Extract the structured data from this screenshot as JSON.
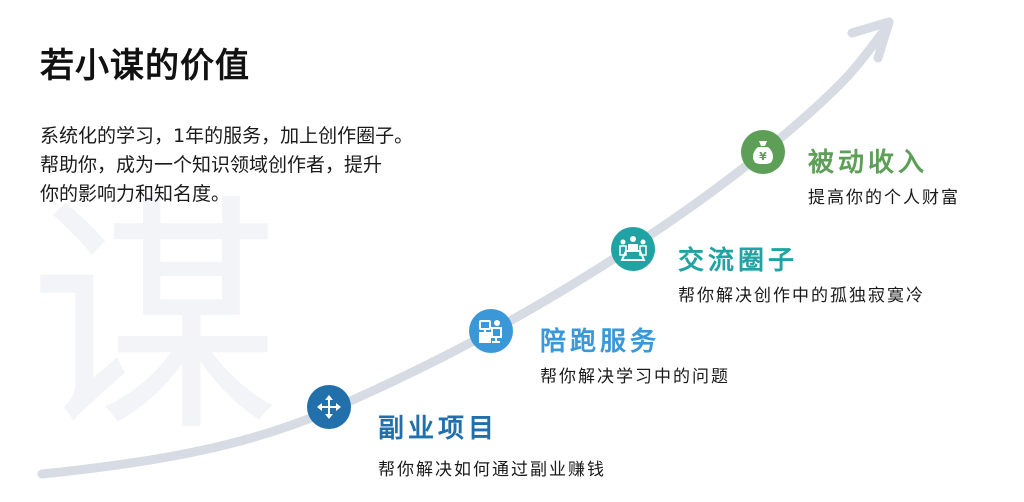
{
  "header": {
    "title": "若小谋的价值"
  },
  "intro": {
    "lines": [
      "系统化的学习，1年的服务，加上创作圈子。",
      "帮助你，成为一个知识领域创作者，提升",
      "你的影响力和知名度。"
    ]
  },
  "watermark": {
    "char": "谋",
    "color": "#f3f4f8"
  },
  "curve": {
    "color": "#d7dbe3"
  },
  "milestones": [
    {
      "title": "副业项目",
      "description": "帮你解决如何通过副业赚钱",
      "icon": "move-arrows-icon",
      "color": "#2170ac"
    },
    {
      "title": "陪跑服务",
      "description": "帮你解决学习中的问题",
      "icon": "tutor-desk-icon",
      "color": "#3a98d8"
    },
    {
      "title": "交流圈子",
      "description": "帮你解决创作中的孤独寂寞冷",
      "icon": "meeting-group-icon",
      "color": "#22a3a3"
    },
    {
      "title": "被动收入",
      "description": "提高你的个人财富",
      "icon": "money-bag-icon",
      "color": "#5e9f58",
      "icon_symbol": "¥"
    }
  ]
}
